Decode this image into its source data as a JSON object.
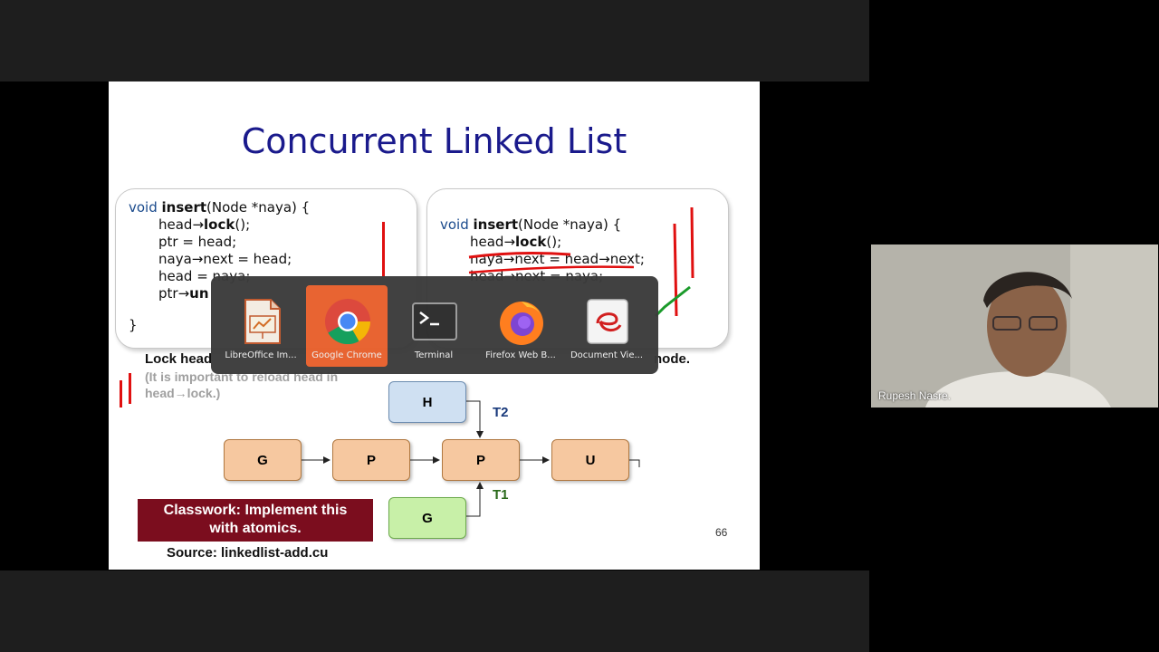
{
  "slide": {
    "title": "Concurrent Linked List",
    "left_code": {
      "l1_kw": "void ",
      "l1_fn": "insert",
      "l1_rest": "(Node *naya) {",
      "l2_a": "head→",
      "l2_b": "lock",
      "l2_c": "();",
      "l3": "ptr = head;",
      "l4": "naya→next = head;",
      "l5": "head = naya;",
      "l6_a": "ptr→",
      "l6_b": "un",
      "l7": "}"
    },
    "right_code": {
      "l1_kw": "void ",
      "l1_fn": "insert",
      "l1_rest": "(Node *naya) {",
      "l2_a": "head→",
      "l2_b": "lock",
      "l2_c": "();",
      "l3": "naya→next = head→next;",
      "l4": "head→next = naya;"
    },
    "caption_left": "Lock head",
    "caption_right": "node.",
    "note_line1": "(It is important to reload head in",
    "note_line2": "head→lock.)",
    "nodes": {
      "h": "H",
      "g1": "G",
      "p1": "P",
      "p2": "P",
      "u": "U",
      "g2": "G"
    },
    "t2": "T2",
    "t1": "T1",
    "classwork_line1": "Classwork: Implement this",
    "classwork_line2": "with atomics.",
    "source": "Source: linkedlist-add.cu",
    "page": "66"
  },
  "switcher": {
    "apps": [
      {
        "label": "LibreOffice Im...",
        "icon": "libreoffice-impress-icon"
      },
      {
        "label": "Google Chrome",
        "icon": "chrome-icon",
        "selected": true
      },
      {
        "label": "Terminal",
        "icon": "terminal-icon"
      },
      {
        "label": "Firefox Web B...",
        "icon": "firefox-icon"
      },
      {
        "label": "Document Vie...",
        "icon": "document-viewer-icon"
      }
    ]
  },
  "participant": {
    "name": "Rupesh Nasre."
  },
  "colors": {
    "title": "#1a1a8c",
    "classwork_bg": "#7b0d1e",
    "selected_app": "#e8602c",
    "pen": "#e01010"
  }
}
